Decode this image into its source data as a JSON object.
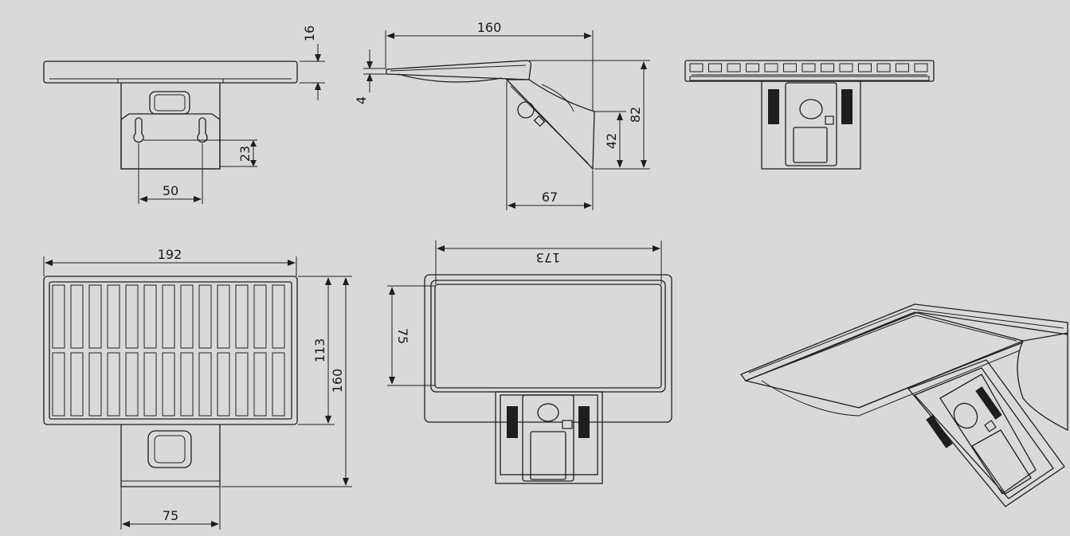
{
  "dimensions": {
    "top_thickness": "16",
    "hole_drop": "23",
    "hole_spacing": "50",
    "side_depth": "160",
    "side_edge": "4",
    "side_height": "82",
    "side_arm_height": "42",
    "side_arm_depth": "67",
    "front_width": "192",
    "front_panel_height": "113",
    "front_total_height": "160",
    "front_mount_width": "75",
    "back_width": "173",
    "back_window_height": "75"
  }
}
